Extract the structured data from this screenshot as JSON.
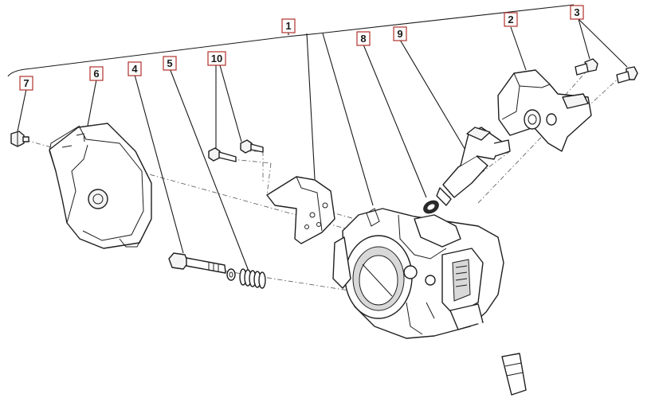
{
  "diagram": {
    "callouts": {
      "c1": "1",
      "c2": "2",
      "c3": "3",
      "c4": "4",
      "c5": "5",
      "c6": "6",
      "c7": "7",
      "c8": "8",
      "c9": "9",
      "c10": "10"
    },
    "colors": {
      "callout_border": "#b0312b",
      "line": "#1f1f1f"
    }
  }
}
